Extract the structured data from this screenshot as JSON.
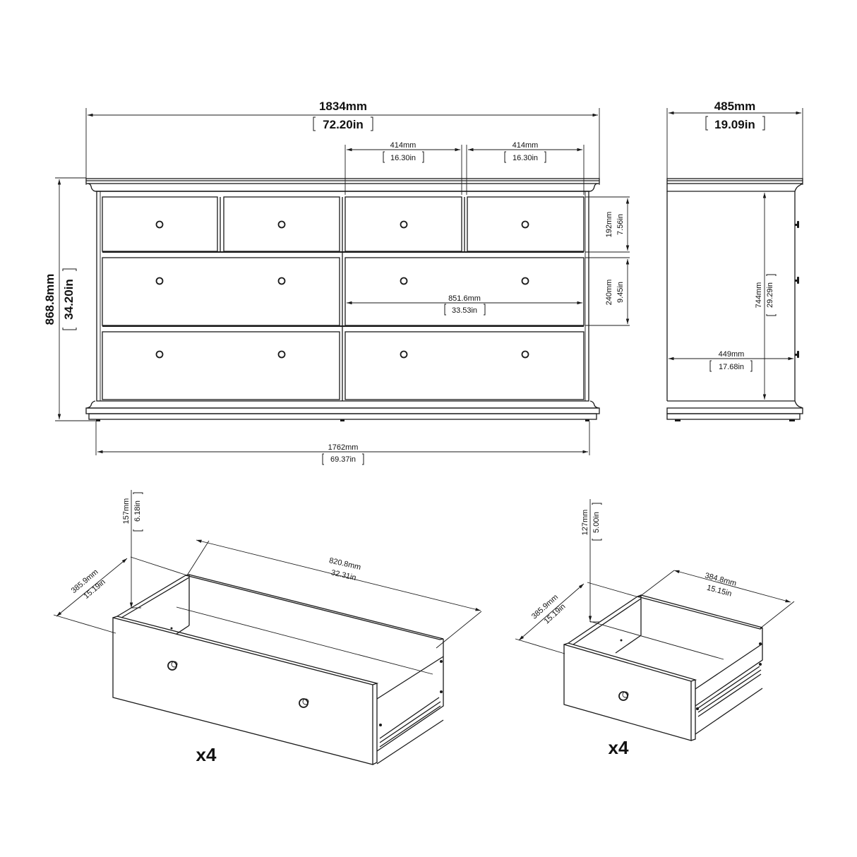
{
  "front_view": {
    "overall_width": {
      "mm": "1834mm",
      "in": "72.20in"
    },
    "drawer_width_1": {
      "mm": "414mm",
      "in": "16.30in"
    },
    "drawer_width_2": {
      "mm": "414mm",
      "in": "16.30in"
    },
    "overall_height": {
      "mm": "868.8mm",
      "in": "34.20in"
    },
    "small_drawer_height": {
      "mm": "192mm",
      "in": "7.56in"
    },
    "large_drawer_height": {
      "mm": "240mm",
      "in": "9.45in"
    },
    "large_drawer_width": {
      "mm": "851.6mm",
      "in": "33.53in"
    },
    "base_width": {
      "mm": "1762mm",
      "in": "69.37in"
    }
  },
  "side_view": {
    "overall_depth": {
      "mm": "485mm",
      "in": "19.09in"
    },
    "body_height": {
      "mm": "744mm",
      "in": "29.29in"
    },
    "body_depth": {
      "mm": "449mm",
      "in": "17.68in"
    }
  },
  "large_drawer": {
    "height": {
      "mm": "157mm",
      "in": "6.18in"
    },
    "depth": {
      "mm": "385.9mm",
      "in": "15.19in"
    },
    "width": {
      "mm": "820.8mm",
      "in": "32.31in"
    },
    "quantity": "x4"
  },
  "small_drawer": {
    "height": {
      "mm": "127mm",
      "in": "5.00in"
    },
    "depth": {
      "mm": "385.9mm",
      "in": "15.19in"
    },
    "width": {
      "mm": "384.8mm",
      "in": "15.15in"
    },
    "quantity": "x4"
  },
  "colors": {
    "line": "#1a1a1a",
    "background": "#ffffff"
  }
}
